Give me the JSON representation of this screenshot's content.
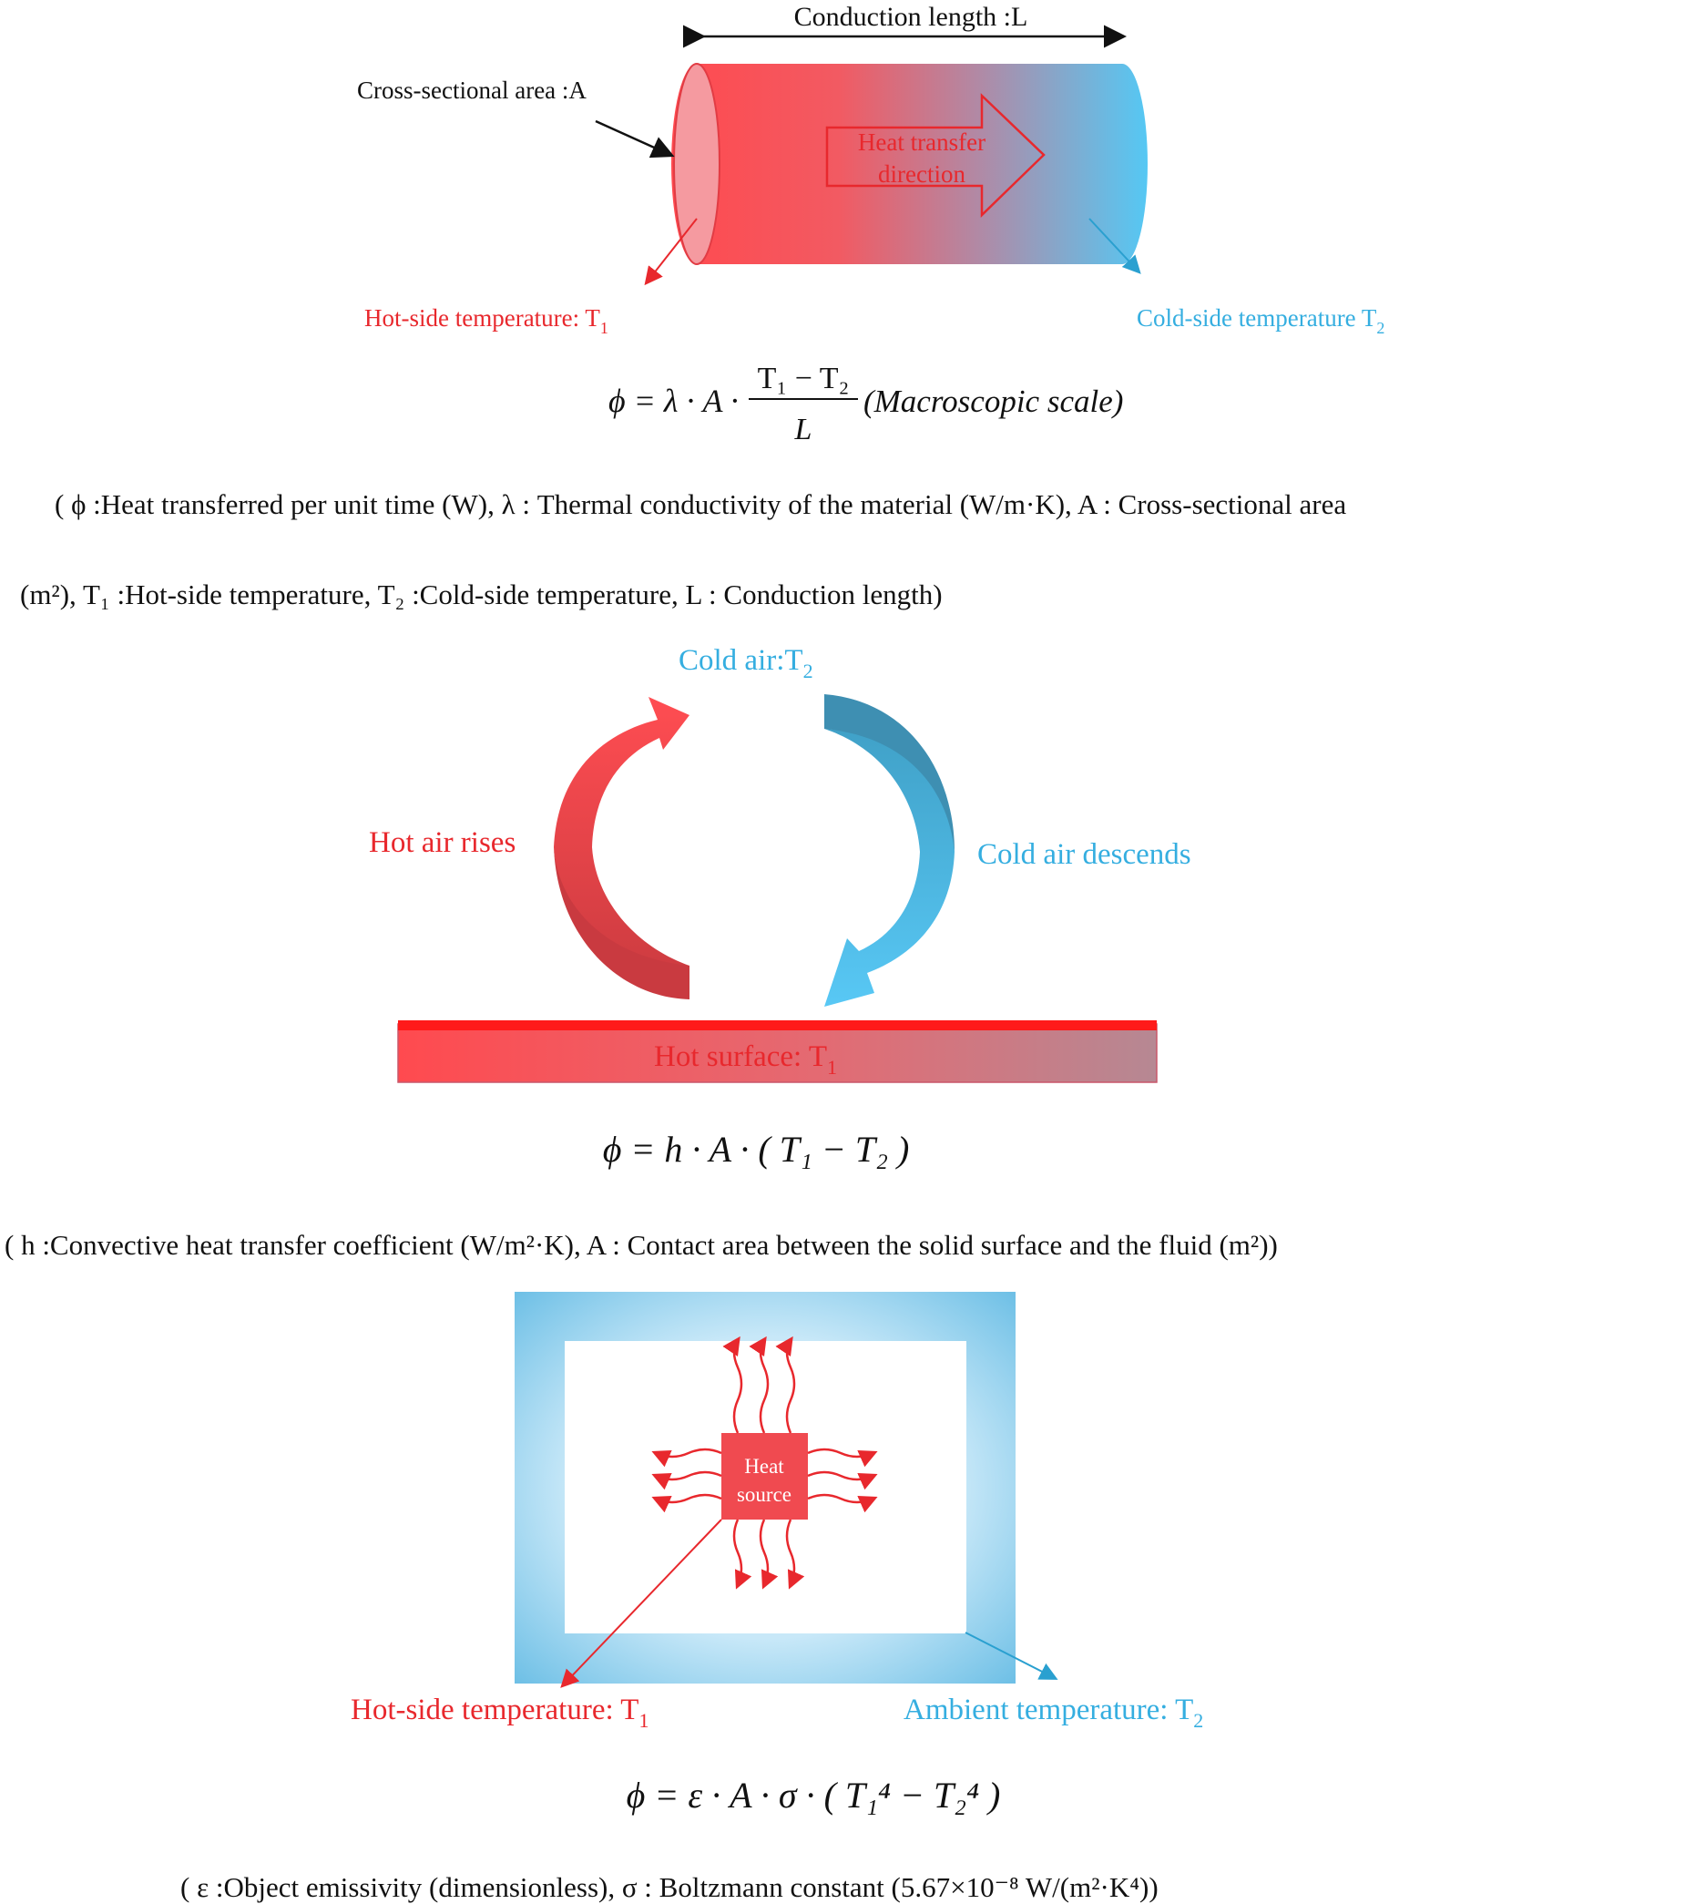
{
  "colors": {
    "hot": "#f0303a",
    "hot_text": "#e8282d",
    "cold": "#4fc3f0",
    "cold_text": "#35aee0",
    "ink": "#111111"
  },
  "conduction": {
    "length_label": "Conduction length :L",
    "area_label": "Cross-sectional area :A",
    "arrow_label_line1": "Heat transfer",
    "arrow_label_line2": "direction",
    "hot_label": "Hot-side temperature: T",
    "hot_sub": "1",
    "cold_label": "Cold-side temperature T",
    "cold_sub": "2",
    "eq_lhs": "ϕ = λ · A ·",
    "eq_num": "T₁ − T₂",
    "eq_den": "L",
    "eq_scale": "(Macroscopic scale)",
    "legend_line1": "( ϕ :Heat transferred per unit time (W),   λ : Thermal conductivity of the material (W/m·K),   A : Cross-sectional area",
    "legend_line2": "(m²), T₁ :Hot-side temperature, T₂ :Cold-side temperature, L : Conduction length)"
  },
  "convection": {
    "cold_air_label": "Cold air:T",
    "cold_air_sub": "2",
    "hot_rises_label": "Hot air rises",
    "cold_descends_label": "Cold air descends",
    "surface_label": "Hot surface: T",
    "surface_sub": "1",
    "equation": "ϕ = h · A · ( T₁ − T₂ )",
    "legend": "( h :Convective heat transfer coefficient (W/m²·K),   A : Contact area between the solid surface and the fluid (m²))"
  },
  "radiation": {
    "source_line1": "Heat",
    "source_line2": "source",
    "hot_label": "Hot-side temperature: T",
    "hot_sub": "1",
    "ambient_label": "Ambient temperature: T",
    "ambient_sub": "2",
    "equation": "ϕ = ε · A · σ · ( T₁⁴ − T₂⁴ )",
    "legend": "( ε :Object emissivity (dimensionless),   σ : Boltzmann constant (5.67×10⁻⁸ W/(m²·K⁴))"
  }
}
